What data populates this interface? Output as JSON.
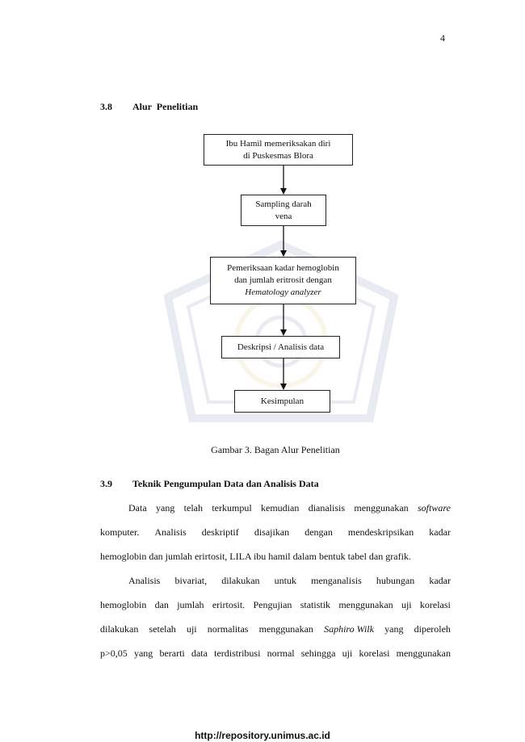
{
  "page_number": "4",
  "section_3_8": {
    "number": "3.8",
    "title": "Alur  Penelitian"
  },
  "flowchart": {
    "box1": {
      "line1": "Ibu Hamil memeriksakan diri",
      "line2": "di Puskesmas Blora"
    },
    "box2": {
      "line1": "Sampling darah",
      "line2": "vena"
    },
    "box3": {
      "line1": "Pemeriksaan kadar hemoglobin",
      "line2": "dan jumlah eritrosit dengan",
      "line3": "Hematology analyzer"
    },
    "box4": {
      "line1": "Deskripsi / Analisis data"
    },
    "box5": {
      "line1": "Kesimpulan"
    }
  },
  "caption": "Gambar 3. Bagan Alur Penelitian",
  "section_3_9": {
    "number": "3.9",
    "title": "Teknik Pengumpulan Data dan Analisis Data"
  },
  "paragraph1": {
    "line1": [
      "Data",
      "yang",
      "telah",
      "terkumpul",
      "kemudian",
      "dianalisis",
      "menggunakan"
    ],
    "line1_italic": "software",
    "line2": [
      "komputer.",
      "Analisis",
      "deskriptif",
      "disajikan",
      "dengan",
      "mendeskripsikan",
      "kadar"
    ],
    "line3": "hemoglobin dan jumlah erirtosit, LILA ibu hamil dalam bentuk tabel dan grafik."
  },
  "paragraph2": {
    "line1": [
      "Analisis",
      "bivariat,",
      "dilakukan",
      "untuk",
      "menganalisis",
      "hubungan",
      "kadar"
    ],
    "line2": [
      "hemoglobin",
      "dan",
      "jumlah",
      "erirtosit.",
      "Pengujian",
      "statistik",
      "menggunakan",
      "uji",
      "korelasi"
    ],
    "line3_before": [
      "dilakukan",
      "setelah",
      "uji",
      "normalitas",
      "menggunakan"
    ],
    "line3_italic": "Saphiro Wilk",
    "line3_after": [
      "yang",
      "diperoleh"
    ],
    "line4": [
      "p>0,05",
      "yang",
      "berarti",
      "data",
      "terdistribusi",
      "normal",
      "sehingga",
      "uji",
      "korelasi",
      "menggunakan"
    ]
  },
  "footer_url": "http://repository.unimus.ac.id"
}
